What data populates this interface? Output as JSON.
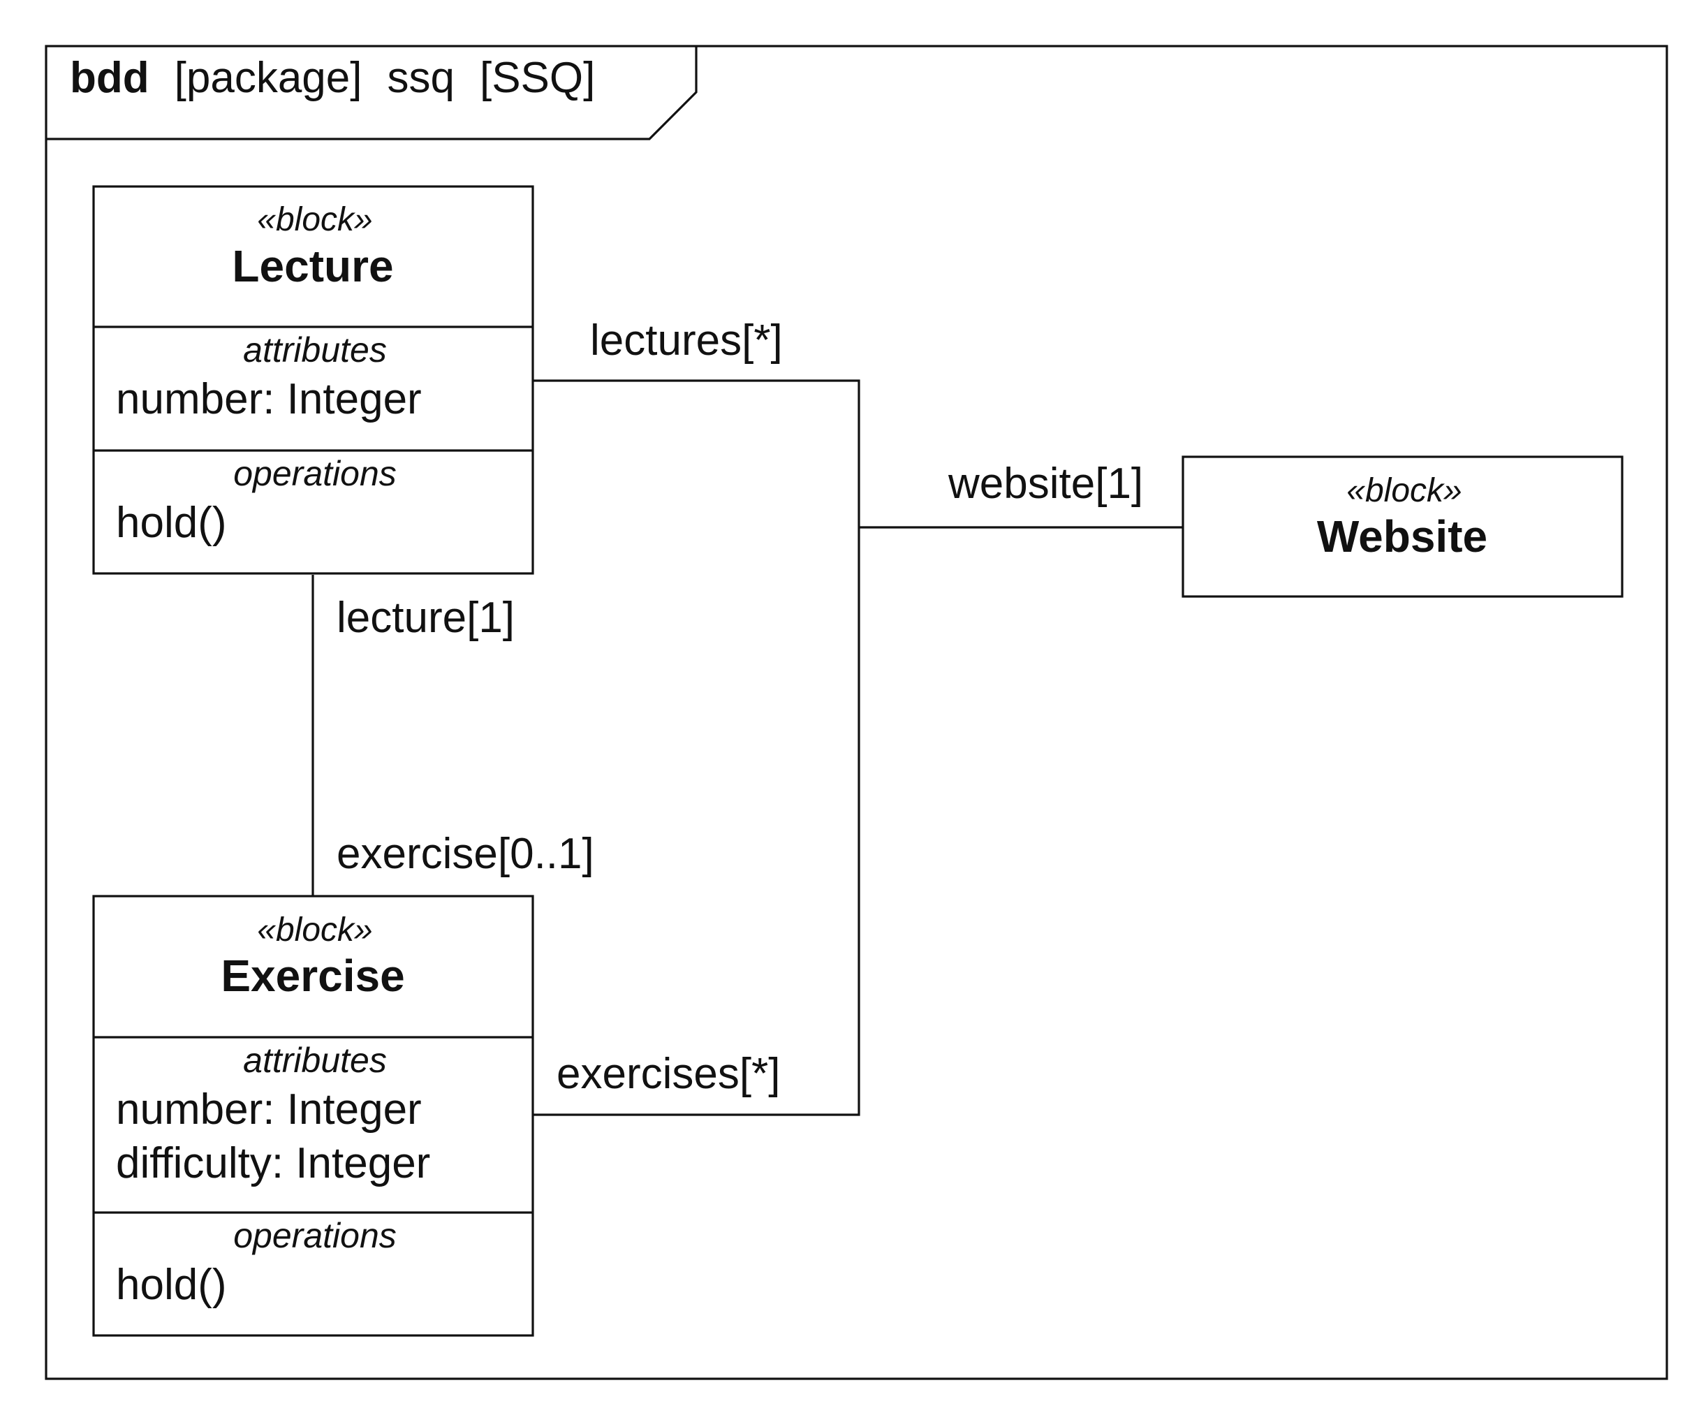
{
  "frame": {
    "kind": "bdd",
    "model_element_type": "[package]",
    "name": "ssq",
    "diagram_name": "[SSQ]"
  },
  "blocks": {
    "lecture": {
      "stereotype": "«block»",
      "name": "Lecture",
      "attributes_label": "attributes",
      "attributes": [
        "number: Integer"
      ],
      "operations_label": "operations",
      "operations": [
        "hold()"
      ]
    },
    "exercise": {
      "stereotype": "«block»",
      "name": "Exercise",
      "attributes_label": "attributes",
      "attributes": [
        "number: Integer",
        "difficulty: Integer"
      ],
      "operations_label": "operations",
      "operations": [
        "hold()"
      ]
    },
    "website": {
      "stereotype": "«block»",
      "name": "Website"
    }
  },
  "associations": {
    "lecture_exercise": {
      "lecture_end": "lecture[1]",
      "exercise_end": "exercise[0..1]"
    },
    "website_links": {
      "lectures_end": "lectures[*]",
      "exercises_end": "exercises[*]",
      "website_end": "website[1]"
    }
  }
}
